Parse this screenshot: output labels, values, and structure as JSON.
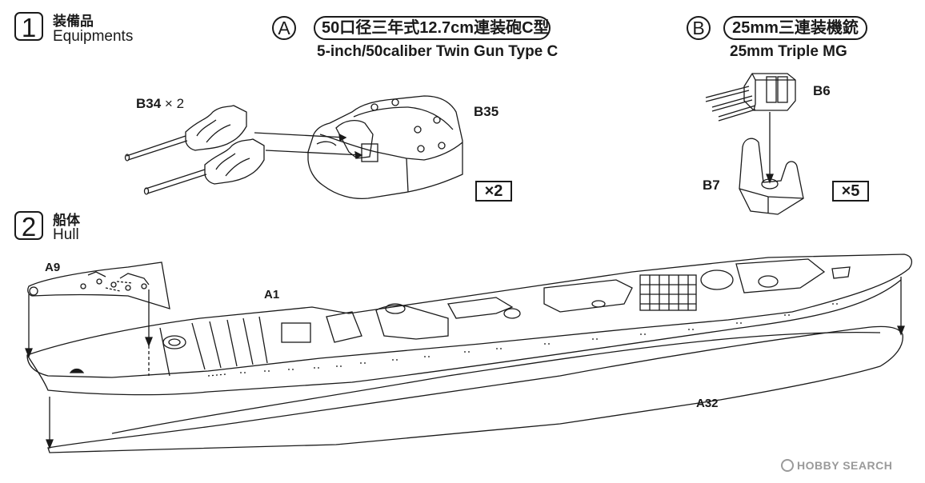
{
  "step1": {
    "number": "1",
    "title_jp": "装備品",
    "title_en": "Equipments"
  },
  "step2": {
    "number": "2",
    "title_jp": "船体",
    "title_en": "Hull"
  },
  "assemblyA": {
    "letter": "A",
    "title_jp": "50口径三年式12.7cm連装砲C型",
    "title_en": "5-inch/50caliber Twin Gun Type C",
    "barrel_part": "B34",
    "barrel_multiplier": "× 2",
    "turret_part": "B35",
    "quantity": "×2"
  },
  "assemblyB": {
    "letter": "B",
    "title_jp": "25mm三連装機銃",
    "title_en": "25mm Triple MG",
    "gun_part": "B6",
    "mount_part": "B7",
    "quantity": "×5"
  },
  "hull": {
    "bow_deck_part": "A9",
    "deck_part": "A1",
    "hull_part": "A32"
  },
  "watermark": {
    "text": "HOBBY SEARCH"
  }
}
